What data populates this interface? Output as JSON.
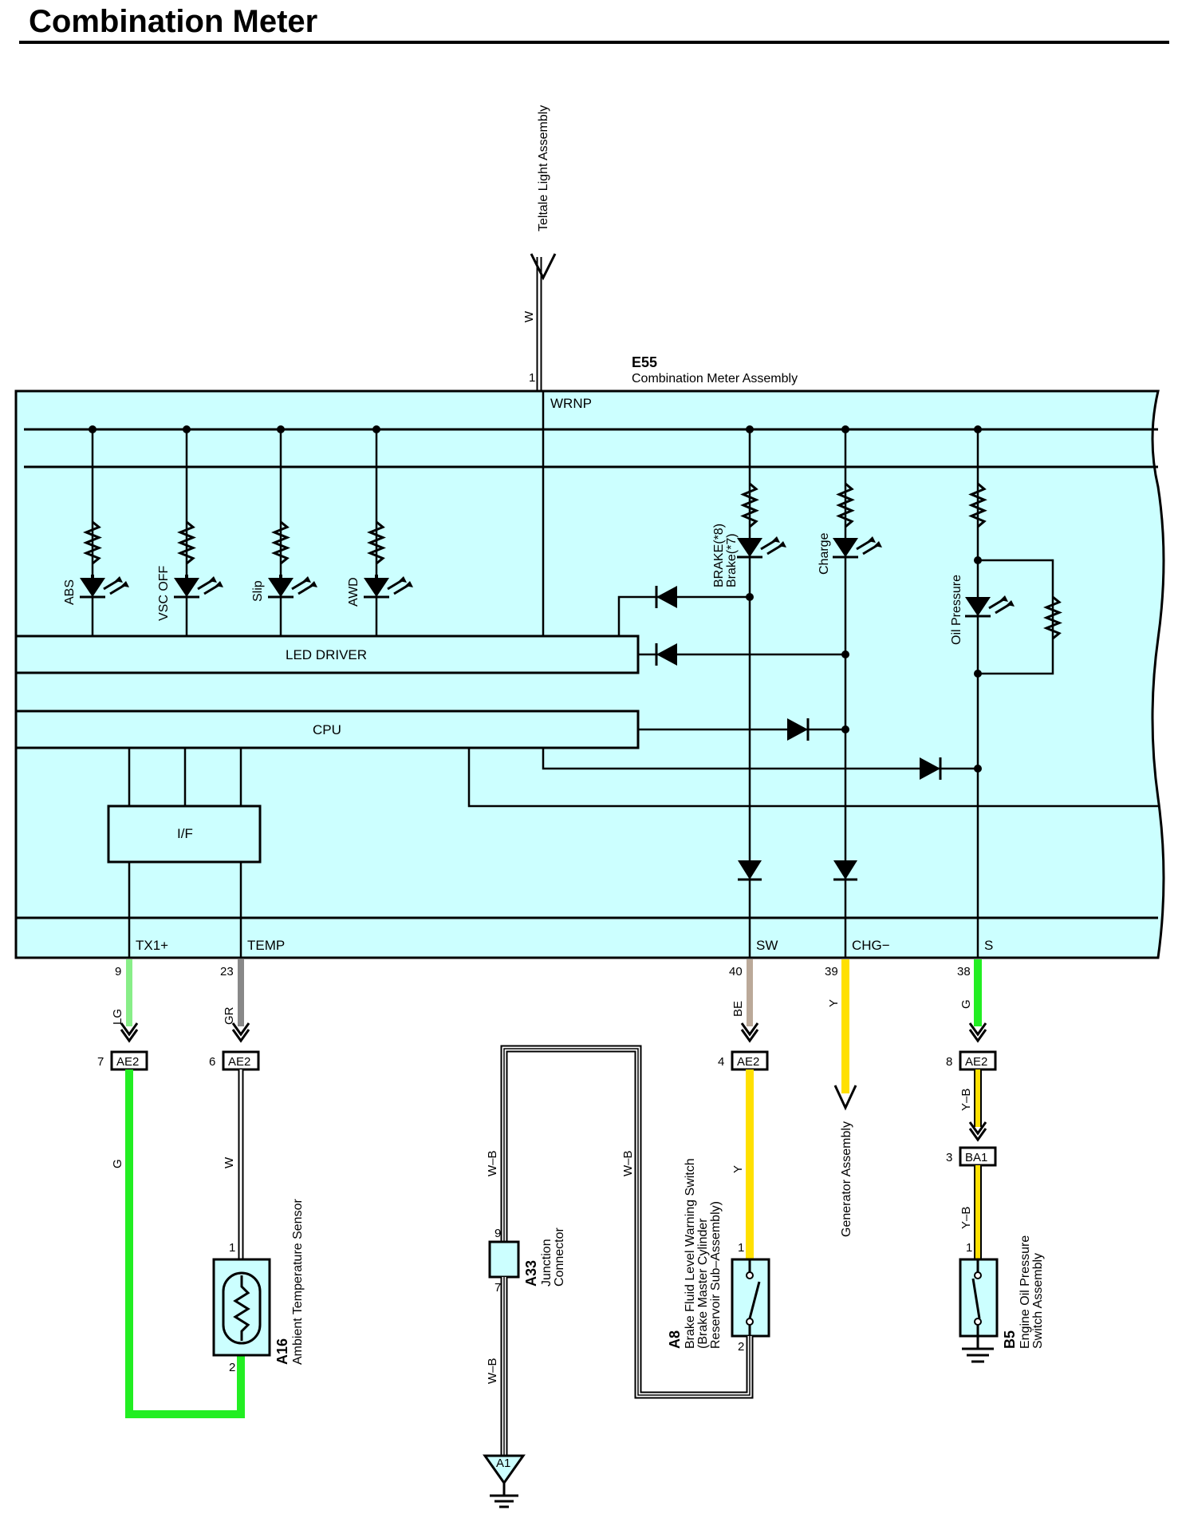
{
  "title": "Combination Meter",
  "meter": {
    "code": "E55",
    "name": "Combination Meter Assembly",
    "led_driver": "LED DRIVER",
    "cpu": "CPU",
    "interface": "I/F",
    "leds": [
      {
        "label": "ABS"
      },
      {
        "label": "VSC OFF"
      },
      {
        "label": "Slip"
      },
      {
        "label": "AWD"
      },
      {
        "label": "BRAKE(*8)",
        "label2": "Brake(*7)"
      },
      {
        "label": "Charge"
      },
      {
        "label": "Oil Pressure"
      }
    ],
    "terminals": {
      "wrnp": {
        "label": "WRNP",
        "pin": "1"
      },
      "tx1": {
        "label": "TX1+",
        "pin": "9"
      },
      "temp": {
        "label": "TEMP",
        "pin": "23"
      },
      "sw": {
        "label": "SW",
        "pin": "40"
      },
      "chg": {
        "label": "CHG−",
        "pin": "39"
      },
      "s": {
        "label": "S",
        "pin": "38"
      }
    }
  },
  "teltale": {
    "label": "Teltale Light Assembly",
    "wire": "W"
  },
  "wires": {
    "tx1": {
      "upper": "LG",
      "lower": "G",
      "color": "#88ee88",
      "lower_color": "#22ee22"
    },
    "temp": {
      "upper": "GR",
      "lower": "W",
      "color": "#888888"
    },
    "sw": {
      "upper": "BE",
      "lower": "Y",
      "color": "#bba999",
      "lower_color": "#ffe000"
    },
    "chg": {
      "upper": "Y",
      "color": "#ffe000"
    },
    "s": {
      "upper": "G",
      "middle": "Y–B",
      "lower": "Y–B",
      "color": "#22ee22",
      "stripe": "#ffe000"
    },
    "ground_left": "W–B",
    "ground_right": "W–B",
    "ground_lower": "W–B"
  },
  "connectors": {
    "ae2_tx1": {
      "code": "AE2",
      "pin": "7"
    },
    "ae2_temp": {
      "code": "AE2",
      "pin": "6"
    },
    "ae2_sw": {
      "code": "AE2",
      "pin": "4"
    },
    "ae2_s": {
      "code": "AE2",
      "pin": "8"
    },
    "ba1": {
      "code": "BA1",
      "pin": "3"
    }
  },
  "components": {
    "a16": {
      "code": "A16",
      "name": "Ambient Temperature Sensor",
      "pin1": "1",
      "pin2": "2"
    },
    "a33": {
      "code": "A33",
      "name1": "Junction",
      "name2": "Connector",
      "pin_top": "9",
      "pin_bottom": "7"
    },
    "a8": {
      "code": "A8",
      "name1": "Brake Fluid Level Warning Switch",
      "name2": "(Brake Master Cylinder",
      "name3": "Reservoir Sub–Assembly)",
      "pin1": "1",
      "pin2": "2"
    },
    "generator": {
      "name": "Generator Assembly"
    },
    "b5": {
      "code": "B5",
      "name1": "Engine Oil Pressure",
      "name2": "Switch Assembly",
      "pin1": "1"
    },
    "a1": {
      "code": "A1"
    }
  },
  "colors": {
    "meter_fill": "#ccffff",
    "yellow": "#ffe000",
    "green": "#22ee22",
    "light_green": "#88ee88",
    "gray": "#888888",
    "beige": "#bba999"
  }
}
